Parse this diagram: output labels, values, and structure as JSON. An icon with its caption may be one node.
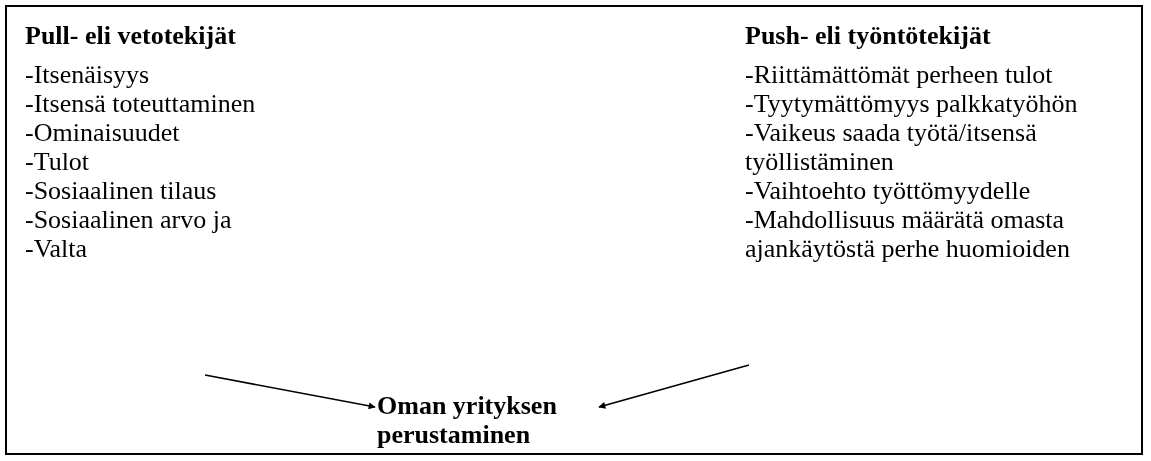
{
  "diagram": {
    "nodes": [
      {
        "text": [],
        "shape": "box"
      },
      {
        "text": [
          "Pull- eli vetotekijät",
          "-Itsenäisyys",
          "-Itsensä toteuttaminen",
          "-Ominaisuudet",
          "-Tulot",
          "-Sosiaalinen tilaus",
          "-Sosiaalinen arvo ja",
          "-Valta"
        ],
        "in": 0
      },
      {
        "text": [
          "Push- eli työntötekijät",
          "-Riittämättömät perheen tulot",
          "-Tyytymättömyys palkkatyöhön",
          "-Vaikeus saada työtä/itsensä työllistäminen",
          "-Vaihtoehto työttömyydelle",
          "-Mahdollisuus määrätä omasta ajankäytöstä perhe huomioiden"
        ],
        "in": 0
      },
      {
        "text": [
          "Oman yrityksen perustaminen"
        ],
        "in": 0
      }
    ],
    "edges": [
      {
        "from": null,
        "to": 3,
        "arrow": "to"
      },
      {
        "from": null,
        "to": 3,
        "arrow": "to"
      }
    ]
  }
}
